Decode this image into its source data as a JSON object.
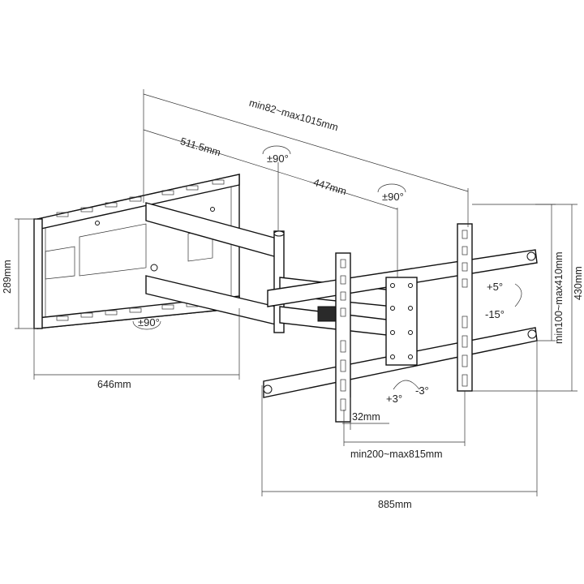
{
  "dimensions": {
    "overall_extension": "min82~max1015mm",
    "arm_segment_1": "511.5mm",
    "arm_segment_2": "447mm",
    "wall_plate_height": "289mm",
    "wall_plate_width": "646mm",
    "rail_spacing": "32mm",
    "arm_width": "min200~max815mm",
    "total_width": "885mm",
    "vesa_height": "min100~max410mm",
    "bracket_height": "430mm"
  },
  "angles": {
    "swivel_top": "±90°",
    "swivel_mid": "±90°",
    "swivel_bottom": "±90°",
    "tilt_up": "+5°",
    "tilt_down": "-15°",
    "rotate_plus": "+3°",
    "rotate_minus": "-3°"
  }
}
